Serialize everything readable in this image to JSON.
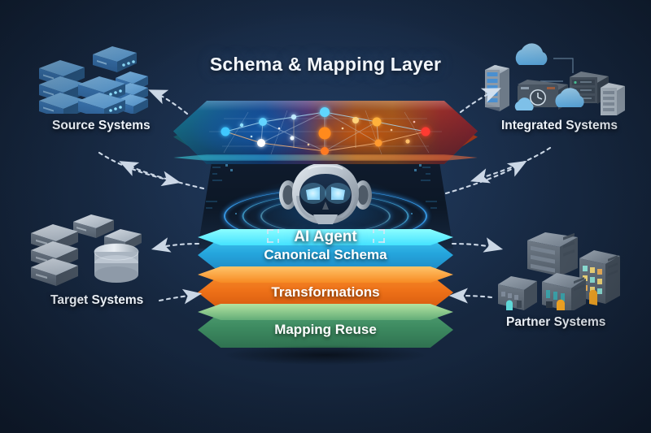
{
  "diagram": {
    "title": "Schema & Mapping Layer",
    "background_color": "#16273f",
    "center": {
      "agent_label": "AI Agent",
      "platform_name": "hexagonal-schema-platform"
    },
    "layers": [
      {
        "label": "Canonical Schema",
        "color": "#25a6dd",
        "name": "canonical-schema"
      },
      {
        "label": "Transformations",
        "color": "#ee7118",
        "name": "transformations"
      },
      {
        "label": "Mapping Reuse",
        "color": "#3d8a60",
        "name": "mapping-reuse"
      }
    ],
    "nodes": [
      {
        "label": "Source Systems",
        "position": "top-left",
        "icon": "blue-server-stack-icon",
        "color": "#3b82c4"
      },
      {
        "label": "Integrated Systems",
        "position": "top-right",
        "icon": "cloud-server-icon",
        "color": "#6fb6e8"
      },
      {
        "label": "Target Systems",
        "position": "bottom-left",
        "icon": "gray-server-database-icon",
        "color": "#8b96a5"
      },
      {
        "label": "Partner Systems",
        "position": "bottom-right",
        "icon": "office-buildings-icon",
        "color": "#7d8796"
      }
    ],
    "connectors": {
      "style": "dashed-arrow",
      "color": "#dce6f2",
      "bidirectional": true
    }
  },
  "chart_data": {
    "type": "diagram",
    "title": "Schema & Mapping Layer",
    "center_node": "AI Agent",
    "stack": [
      "Canonical Schema",
      "Transformations",
      "Mapping Reuse"
    ],
    "peripherals": [
      "Source Systems",
      "Integrated Systems",
      "Target Systems",
      "Partner Systems"
    ],
    "network_overlay": {
      "node_count": 14,
      "palette": [
        "#4fd8ff",
        "#38a8ff",
        "#ffffff",
        "#ffb13a",
        "#ff6a1e",
        "#ff2f2f"
      ]
    }
  }
}
